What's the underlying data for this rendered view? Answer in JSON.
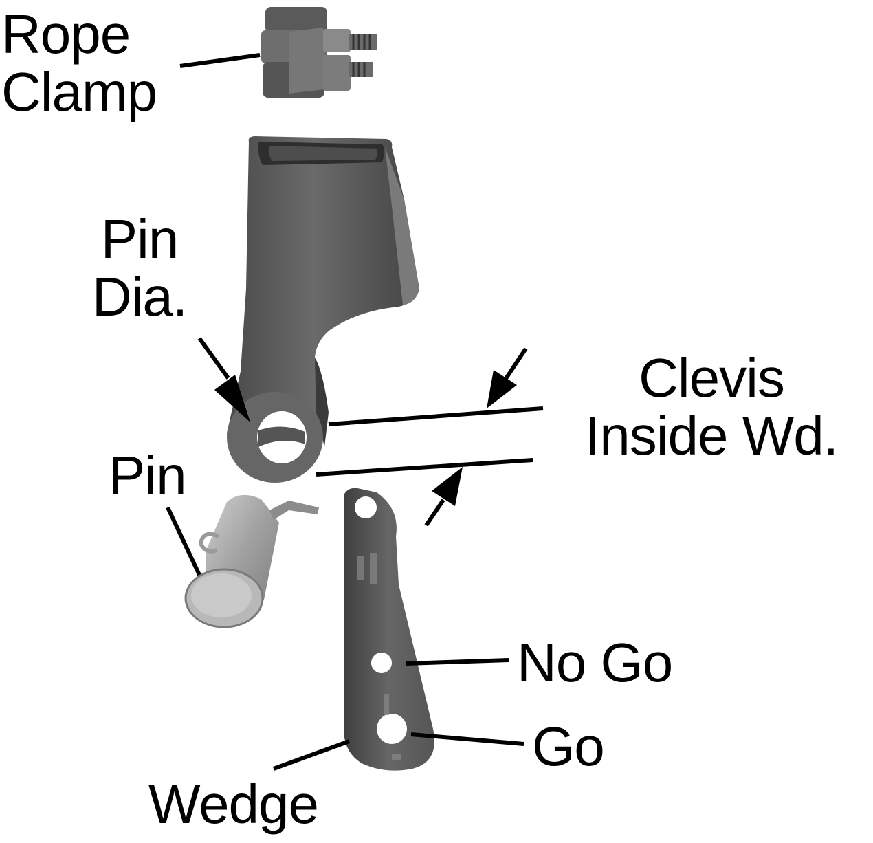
{
  "colors": {
    "background": "#ffffff",
    "ink": "#000000",
    "cast_metal": "#5c5c5c",
    "cast_metal_dark": "#3c3c3c",
    "cast_metal_light": "#7a7a7a",
    "pin_metal": "#a8a8a8",
    "pin_highlight": "#d9d9d9"
  },
  "labels": {
    "rope_clamp": [
      "Rope",
      "Clamp"
    ],
    "pin_dia": [
      "Pin",
      "Dia."
    ],
    "clevis_inside_wd": [
      "Clevis",
      "Inside Wd."
    ],
    "pin": "Pin",
    "no_go": "No Go",
    "go": "Go",
    "wedge": "Wedge"
  }
}
